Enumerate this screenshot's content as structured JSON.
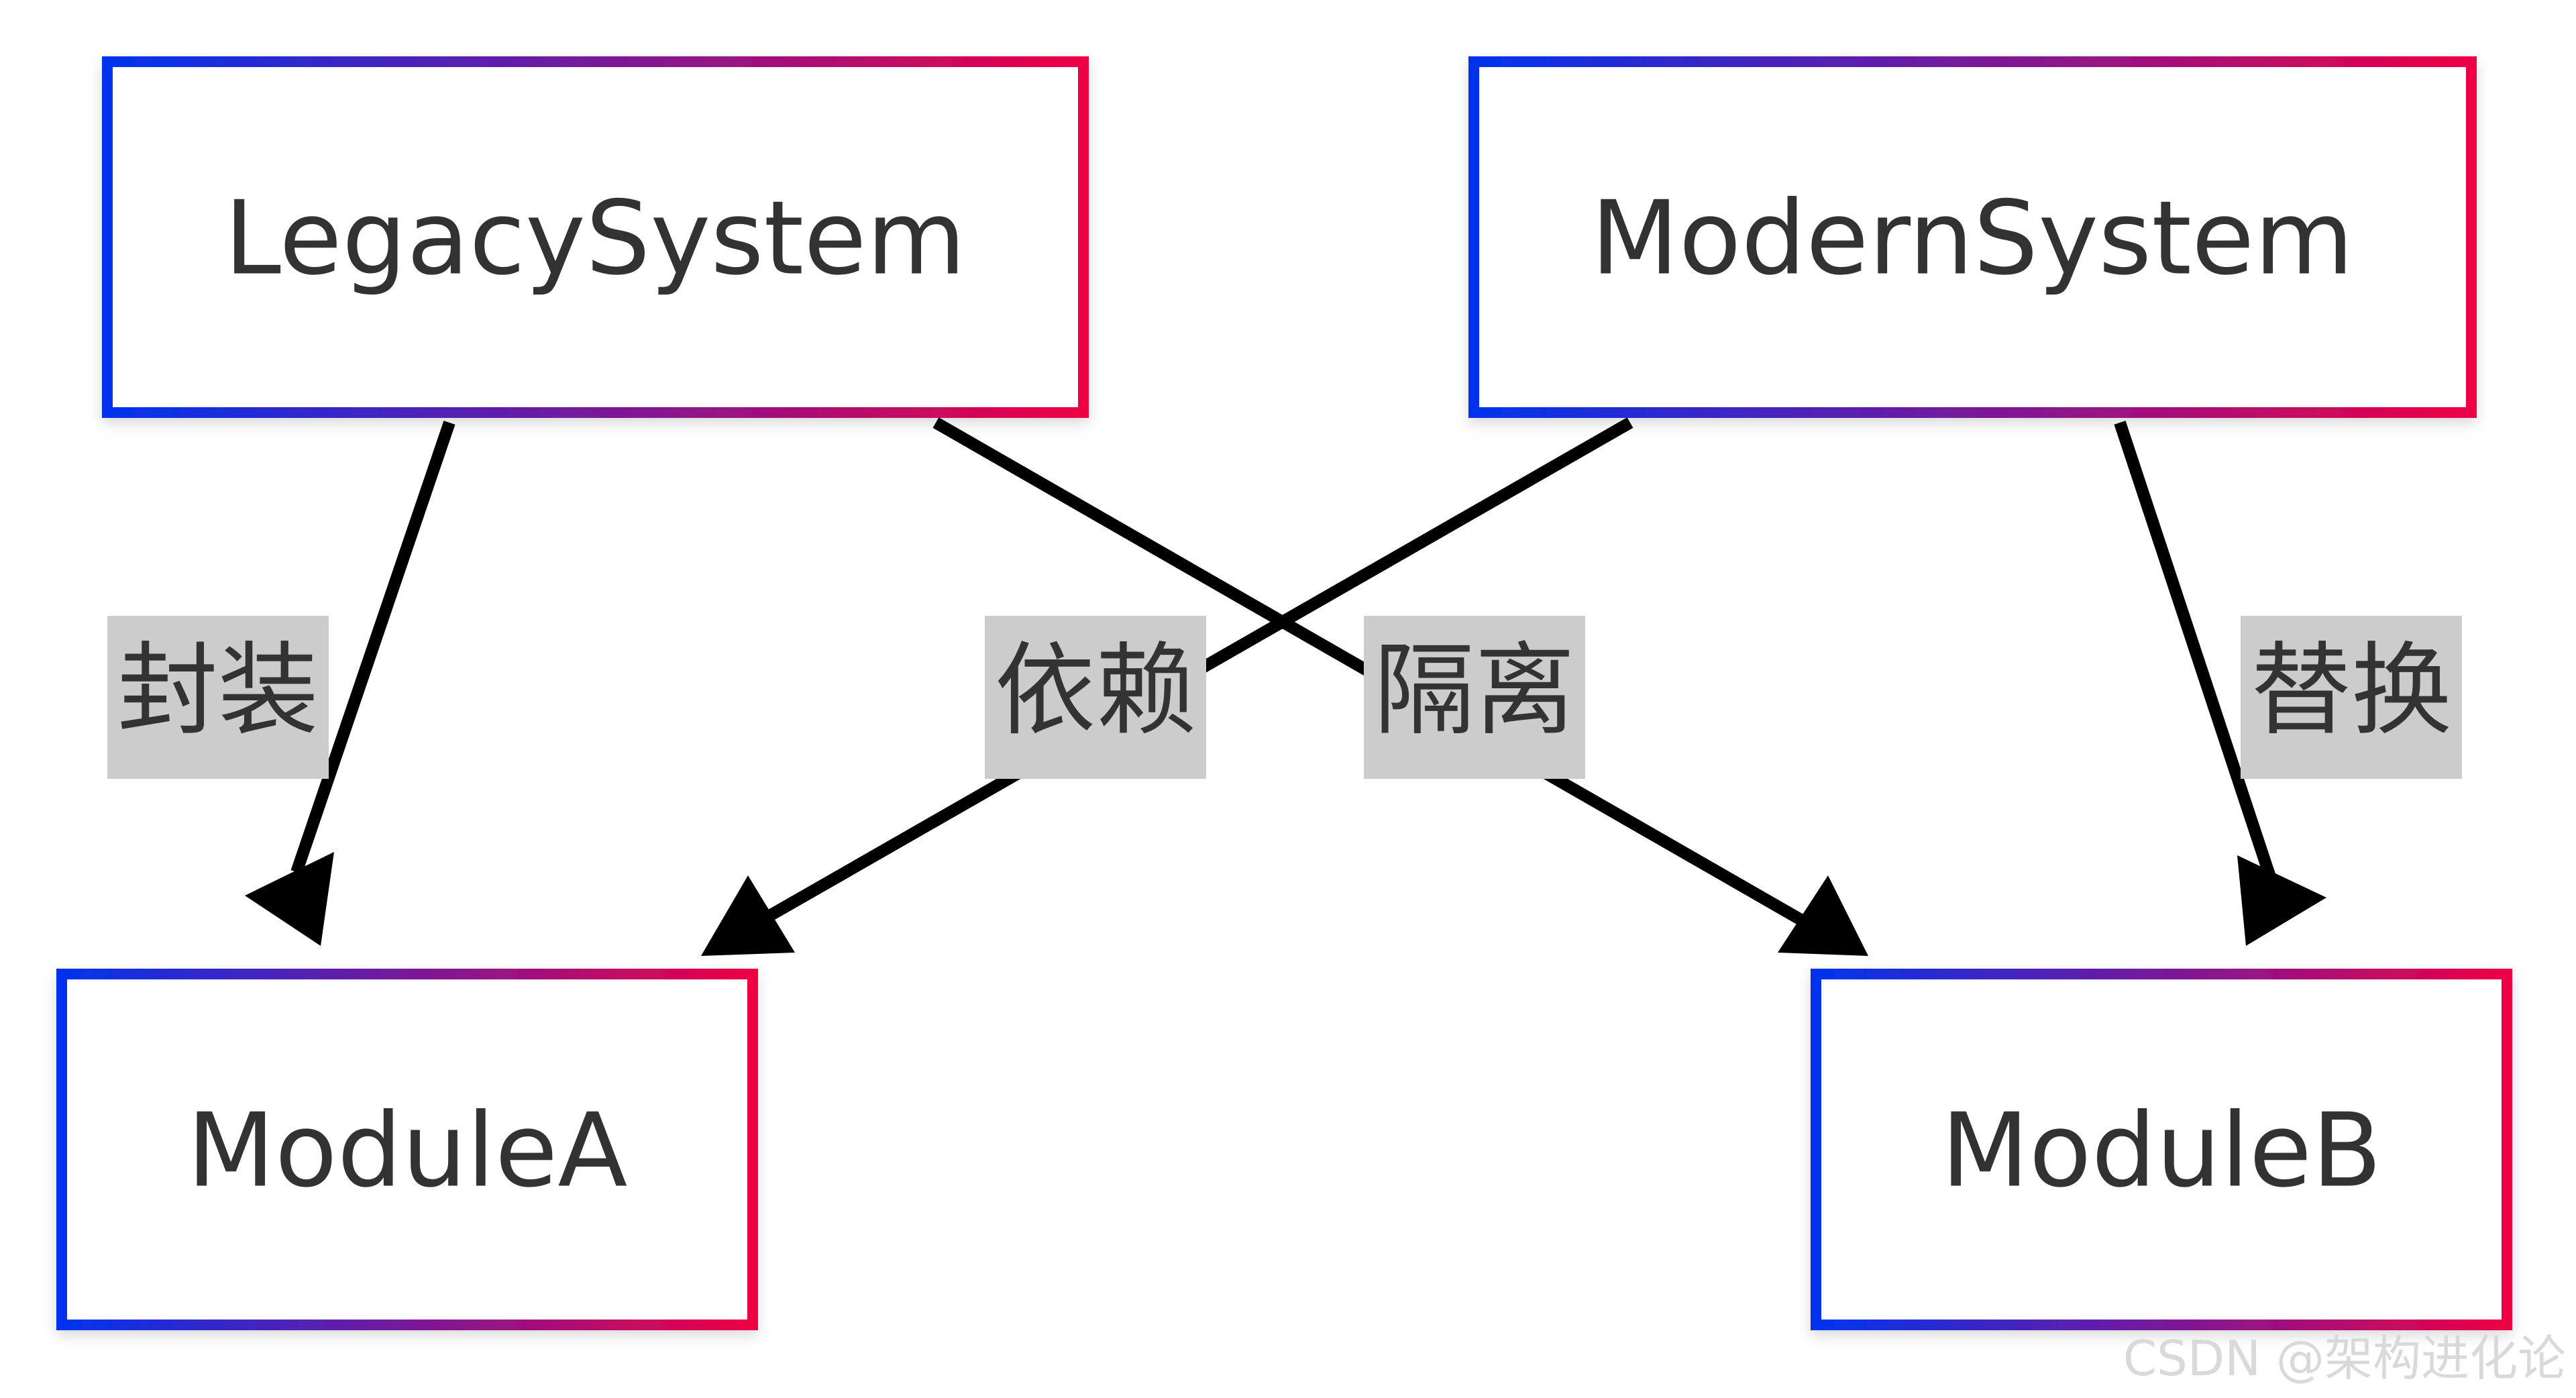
{
  "nodes": {
    "legacy": {
      "label": "LegacySystem"
    },
    "modern": {
      "label": "ModernSystem"
    },
    "moduleA": {
      "label": "ModuleA"
    },
    "moduleB": {
      "label": "ModuleB"
    }
  },
  "edges": {
    "legacy_to_a": {
      "label": "封装"
    },
    "modern_to_a": {
      "label": "依赖"
    },
    "legacy_to_b": {
      "label": "隔离"
    },
    "modern_to_b": {
      "label": "替换"
    }
  },
  "watermark": "CSDN @架构进化论",
  "colors": {
    "border_start": "#0033ee",
    "border_end": "#ee0044",
    "edge": "#000000",
    "edge_label_bg": "#cccccc",
    "text": "#333333"
  }
}
